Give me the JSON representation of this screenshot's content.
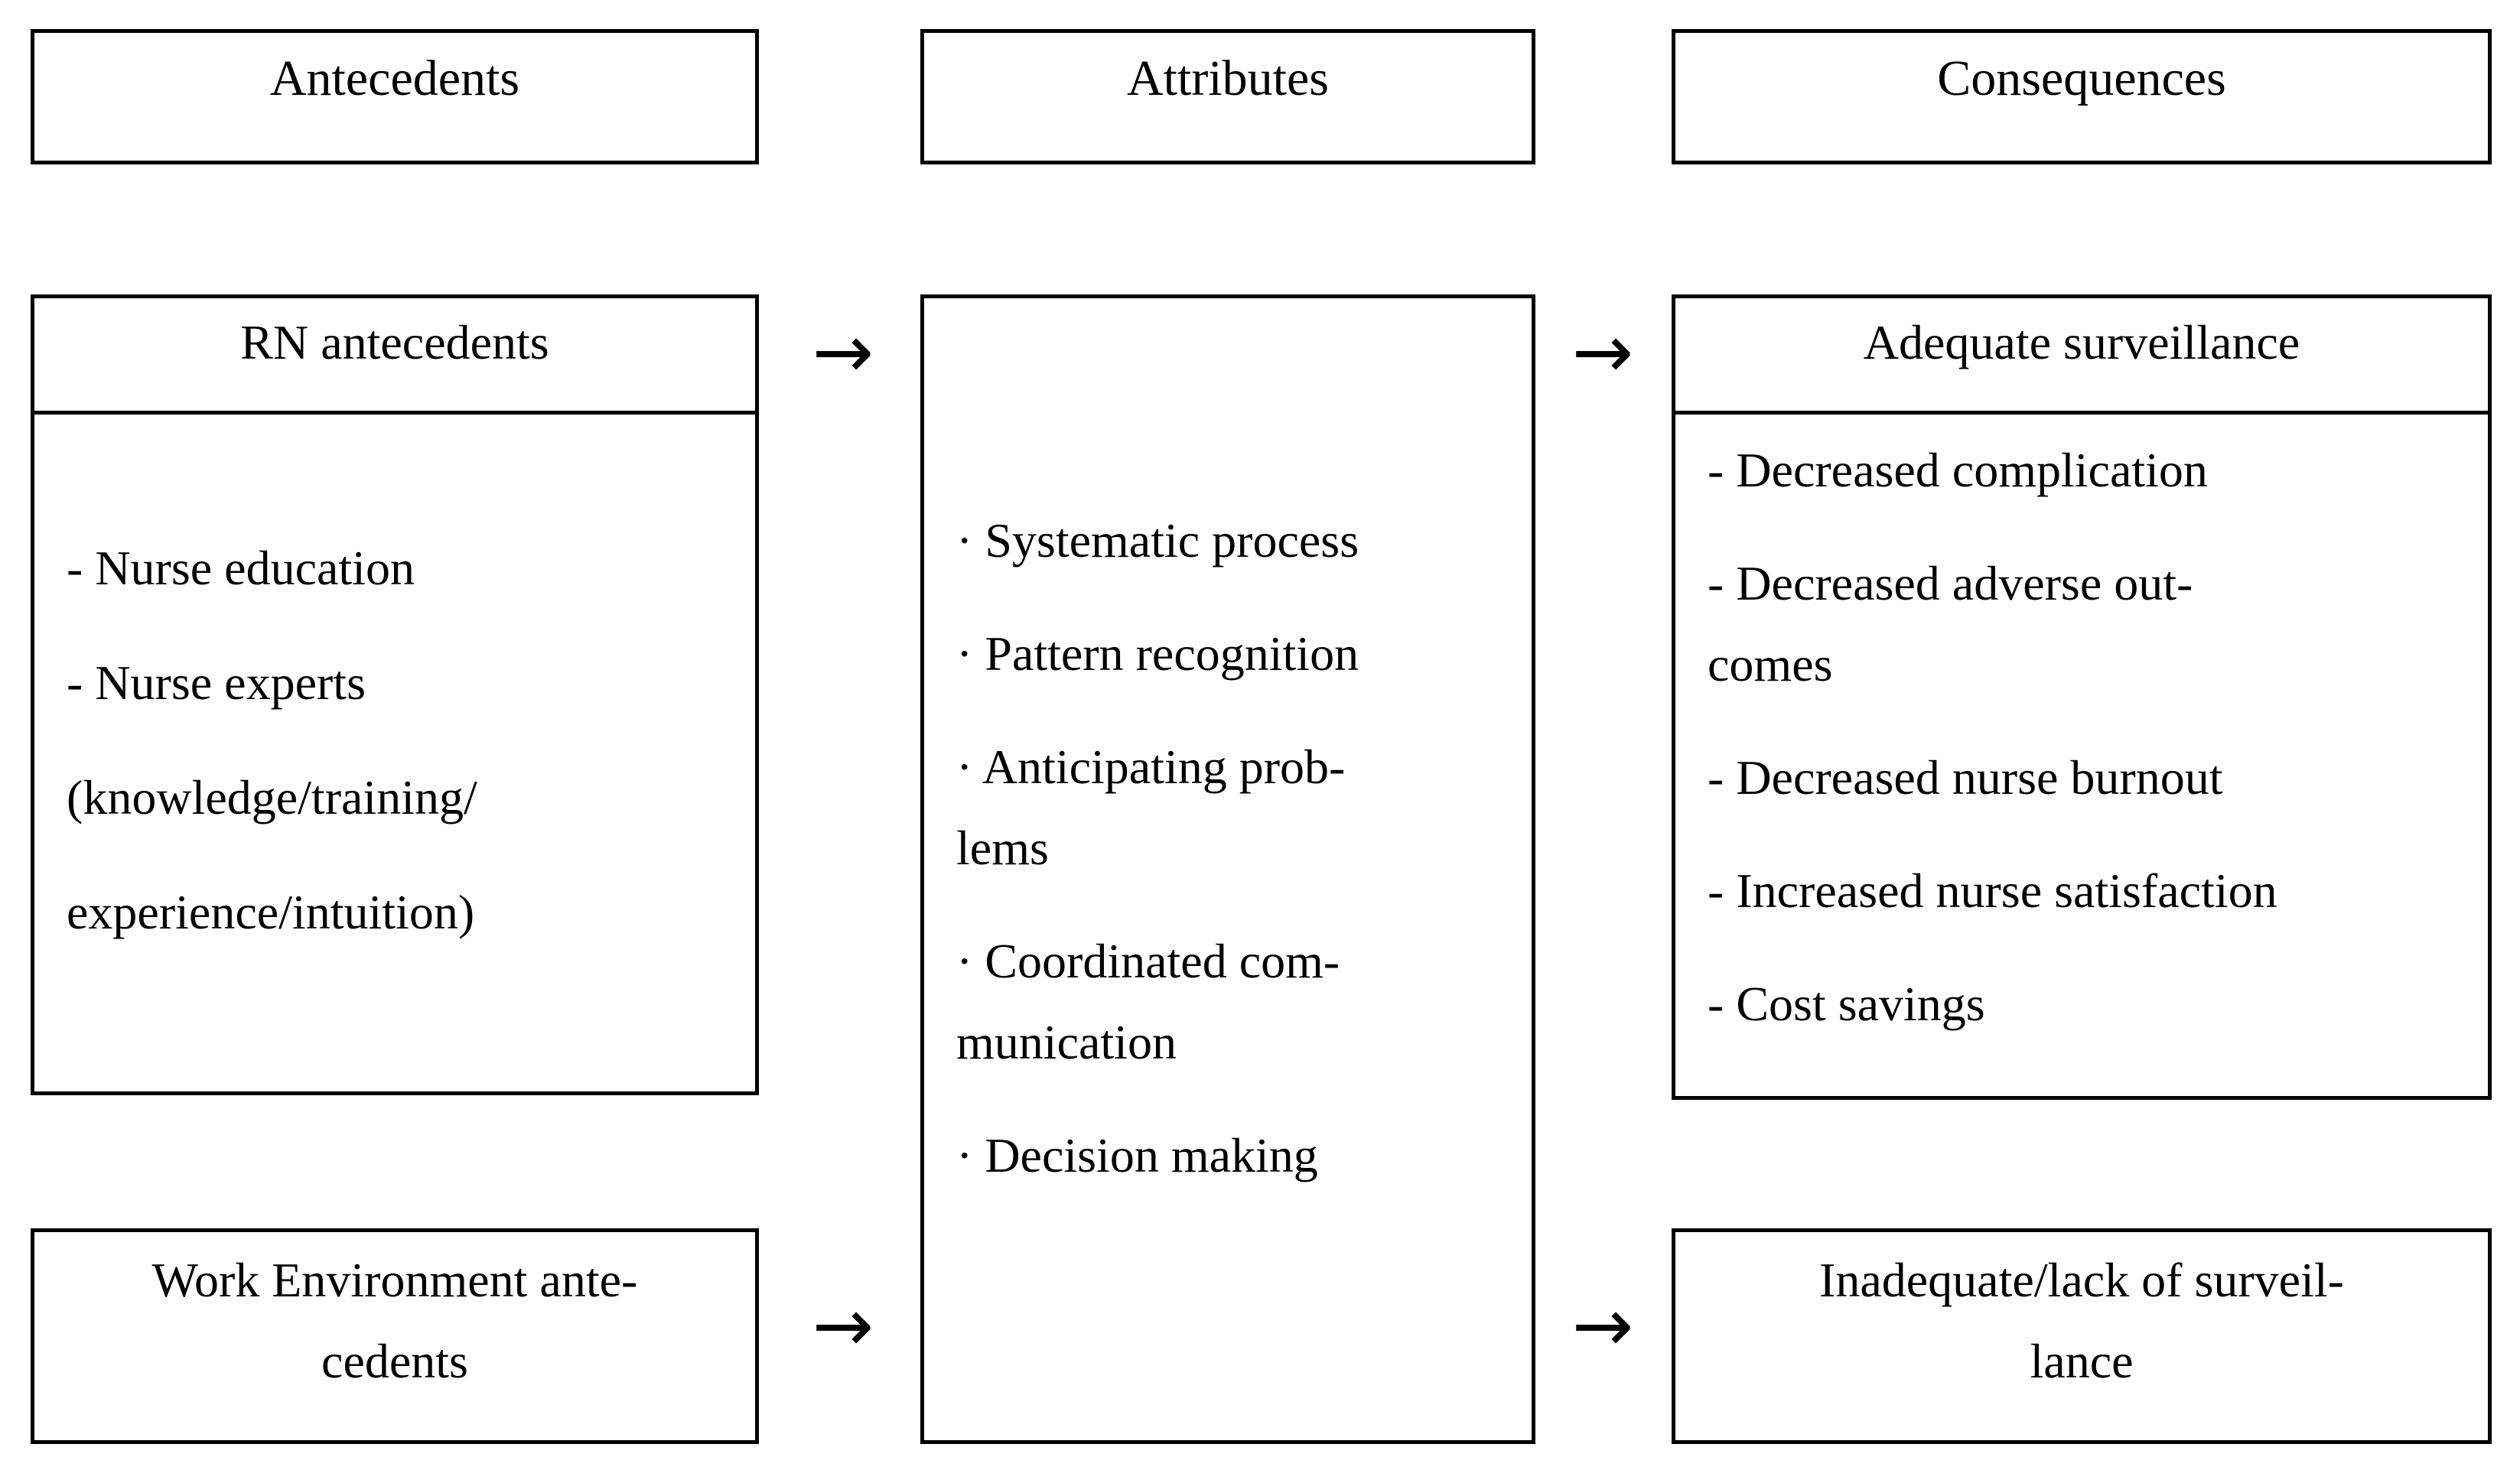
{
  "figure": {
    "headers": {
      "antecedents": "Antecedents",
      "attributes": "Attributes",
      "consequences": "Consequences"
    },
    "rn_box": {
      "title": "RN antecedents",
      "lines": [
        "- Nurse education",
        "- Nurse experts",
        "(knowledge/training/",
        "experience/intuition)"
      ]
    },
    "attributes_box": {
      "lines": [
        "· Systematic process",
        "· Pattern recognition",
        "· Anticipating prob-",
        "lems",
        "· Coordinated com-",
        "munication",
        "· Decision making"
      ]
    },
    "adequate_box": {
      "title": "Adequate surveillance",
      "lines": [
        "- Decreased complication",
        "- Decreased adverse out-",
        "comes",
        "- Decreased nurse burnout",
        "- Increased nurse satisfaction",
        "- Cost savings"
      ]
    },
    "work_env_box": {
      "lines": [
        "Work Environment ante-",
        "cedents"
      ]
    },
    "inadequate_box": {
      "lines": [
        "Inadequate/lack of surveil-",
        "lance"
      ]
    },
    "arrow_glyph": "→",
    "colors": {
      "border": "#000000",
      "background": "#ffffff",
      "text": "#000000"
    }
  }
}
